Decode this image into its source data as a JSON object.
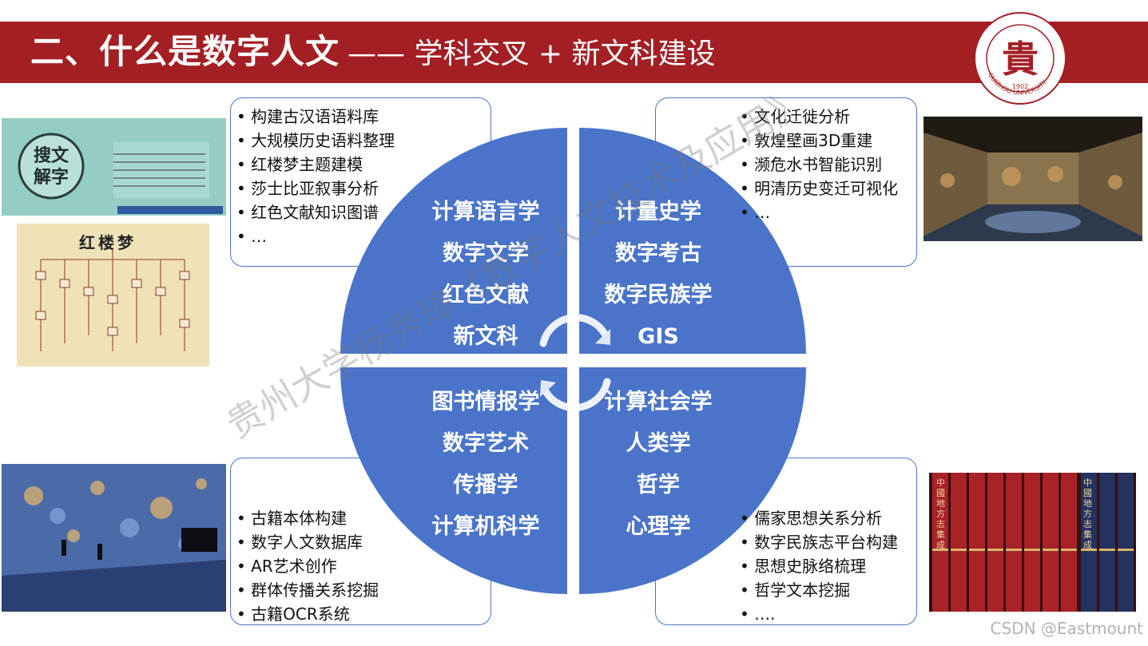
{
  "header": {
    "title": "二、什么是数字人文",
    "subtitle": "—— 学科交叉 + 新文科建设",
    "logo_text": "GUIZHOU UNIVERSITY",
    "logo_year": "1902",
    "logo_char": "貴"
  },
  "quadrants": {
    "top_left": [
      "计算语言学",
      "数字文学",
      "红色文献",
      "新文科"
    ],
    "top_right": [
      "计量史学",
      "数字考古",
      "数字民族学",
      "GIS"
    ],
    "bottom_left": [
      "图书情报学",
      "数字艺术",
      "传播学",
      "计算机科学"
    ],
    "bottom_right": [
      "计算社会学",
      "人类学",
      "哲学",
      "心理学"
    ]
  },
  "boxes": {
    "top_left": [
      "构建古汉语语料库",
      "大规模历史语料整理",
      "红楼梦主题建模",
      "莎士比亚叙事分析",
      "红色文献知识图谱",
      "…"
    ],
    "top_right": [
      "文化迁徙分析",
      "敦煌壁画3D重建",
      "濒危水书智能识别",
      "明清历史变迁可视化",
      "…"
    ],
    "bottom_left": [
      "古籍本体构建",
      "数字人文数据库",
      "AR艺术创作",
      "群体传播关系挖掘",
      "古籍OCR系统"
    ],
    "bottom_right": [
      "儒家思想关系分析",
      "数字民族志平台构建",
      "思想史脉络梳理",
      "哲学文本挖掘",
      "…."
    ]
  },
  "images": {
    "sou_wen_title": "搜文解字",
    "honglou_title": "红楼梦",
    "books_label": "中國地方志集成"
  },
  "watermark": "贵州大学杨秀璋《数字人文技术及应用》",
  "credit": "CSDN @Eastmount",
  "colors": {
    "banner": "#a31f24",
    "pie": "#4a74c9",
    "box_border": "#4a74c9"
  }
}
